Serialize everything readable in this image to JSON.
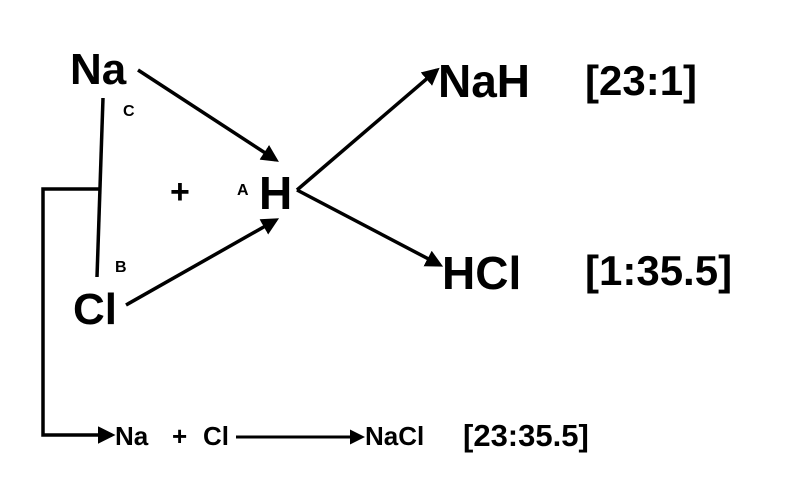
{
  "diagram": {
    "nodes": {
      "na": {
        "label": "Na",
        "tag": "C"
      },
      "cl": {
        "label": "Cl",
        "tag": "B"
      },
      "h": {
        "label": "H",
        "tag": "A"
      },
      "plus": "+",
      "nah": {
        "label": "NaH",
        "ratio": "[23:1]"
      },
      "hcl": {
        "label": "HCl",
        "ratio": "[1:35.5]"
      }
    },
    "bottom_reaction": {
      "reactant_1": "Na",
      "plus": "+",
      "reactant_2": "Cl",
      "product": "NaCl",
      "ratio": "[23:35.5]"
    },
    "edges": [
      {
        "from": "Na",
        "to": "H",
        "type": "arrow"
      },
      {
        "from": "Cl",
        "to": "H",
        "type": "arrow"
      },
      {
        "from": "H",
        "to": "NaH",
        "type": "arrow"
      },
      {
        "from": "H",
        "to": "HCl",
        "type": "arrow"
      },
      {
        "from": "Na-Cl line",
        "to": "Na + Cl",
        "type": "elbow-arrow"
      },
      {
        "from": "Na + Cl",
        "to": "NaCl",
        "type": "arrow"
      }
    ],
    "colors": {
      "ink": "#000000",
      "background": "#ffffff"
    }
  }
}
